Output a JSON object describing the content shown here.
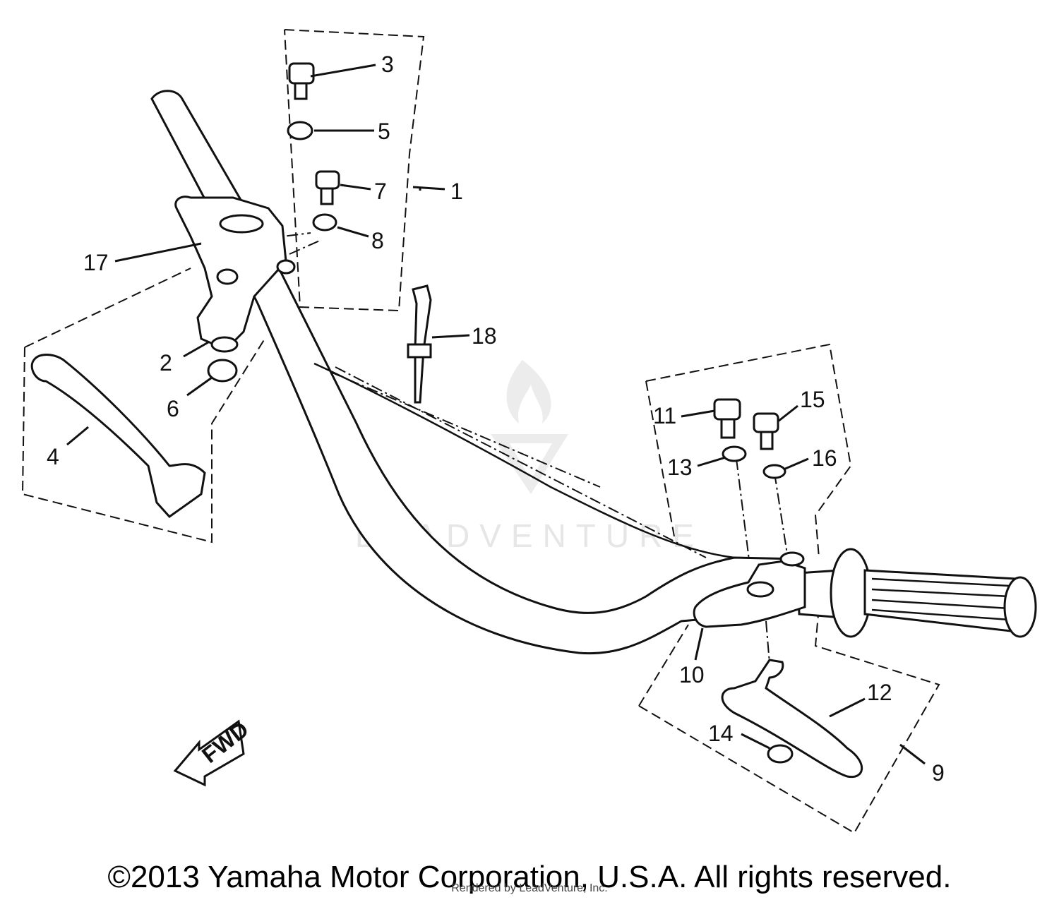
{
  "callouts": {
    "c1": "1",
    "c2": "2",
    "c3": "3",
    "c4": "4",
    "c5": "5",
    "c6": "6",
    "c7": "7",
    "c8": "8",
    "c9": "9",
    "c10": "10",
    "c11": "11",
    "c12": "12",
    "c13": "13",
    "c14": "14",
    "c15": "15",
    "c16": "16",
    "c17": "17",
    "c18": "18"
  },
  "direction_label": "FWD",
  "watermark": {
    "text": "LEADVENTURE",
    "icon": "leadventure-flame-logo"
  },
  "copyright": "©2013 Yamaha Motor Corporation, U.S.A. All rights reserved.",
  "rendered_by": "Rendered by LeadVenture, Inc.",
  "colors": {
    "line": "#111111",
    "background": "#ffffff",
    "watermark": "#e6e6e6"
  }
}
